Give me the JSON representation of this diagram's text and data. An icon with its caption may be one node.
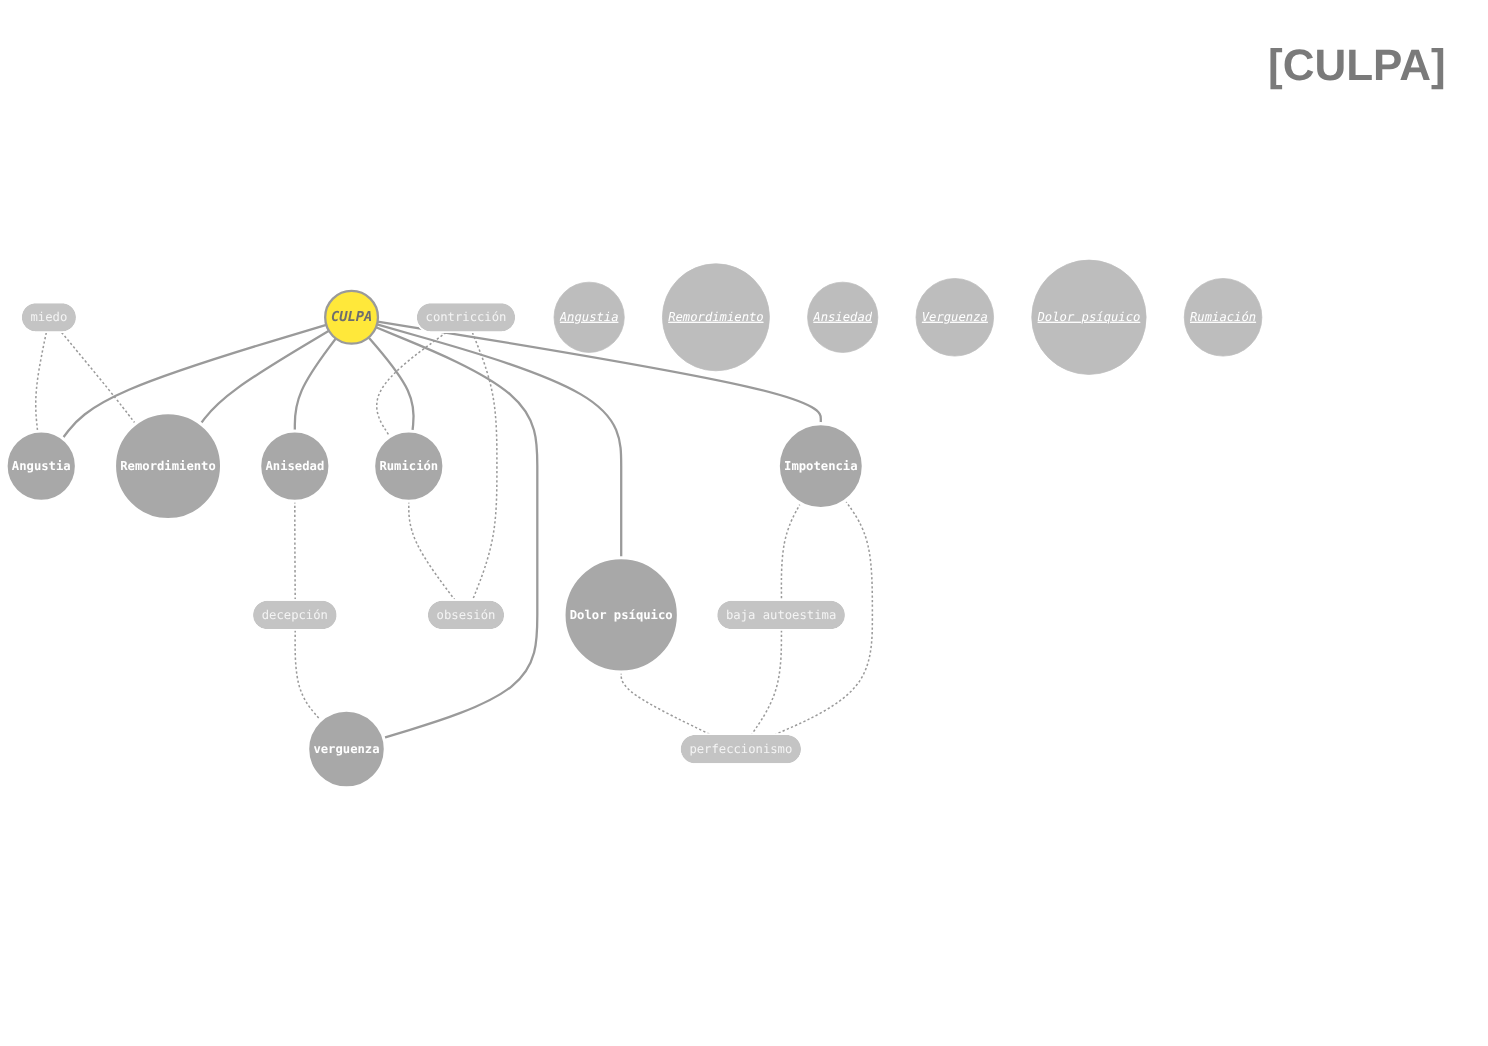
{
  "diagram": {
    "title": "[CULPA]",
    "nodes": [
      {
        "text": [
          "CULPA"
        ]
      },
      {
        "text": [
          "Angustia"
        ]
      },
      {
        "text": [
          "Remordimiento"
        ]
      },
      {
        "text": [
          "Rumición"
        ]
      },
      {
        "text": [
          "Anisedad"
        ]
      },
      {
        "text": [
          "Impotencia"
        ]
      },
      {
        "text": [
          "verguenza"
        ]
      },
      {
        "text": [
          "Dolor psíquico"
        ]
      },
      {
        "text": [
          "miedo"
        ]
      },
      {
        "text": [
          "contricción"
        ]
      },
      {
        "text": [
          "obsesión"
        ]
      },
      {
        "text": [
          "baja autoestima"
        ]
      },
      {
        "text": [
          "decepción"
        ]
      },
      {
        "text": [
          "perfeccionismo"
        ]
      },
      {
        "text": [
          "Angustia"
        ]
      },
      {
        "text": [
          "Remordimiento"
        ]
      },
      {
        "text": [
          "Ansiedad"
        ]
      },
      {
        "text": [
          "Verguenza"
        ]
      },
      {
        "text": [
          "Dolor psíquico"
        ]
      },
      {
        "text": [
          "Rumiación"
        ]
      }
    ],
    "edges": [
      {
        "from": 0,
        "to": 1,
        "arrow": "none"
      },
      {
        "from": 0,
        "to": 2,
        "arrow": "none"
      },
      {
        "from": 0,
        "to": 3,
        "arrow": "none"
      },
      {
        "from": 0,
        "to": 4,
        "arrow": "none"
      },
      {
        "from": 0,
        "to": 5,
        "arrow": "none"
      },
      {
        "from": 0,
        "to": 6,
        "arrow": "none"
      },
      {
        "from": 0,
        "to": 7,
        "arrow": "none"
      },
      {
        "from": 8,
        "to": 2,
        "arrow": "none",
        "style": "dashed"
      },
      {
        "from": 8,
        "to": 1,
        "arrow": "none",
        "style": "dashed"
      },
      {
        "from": 9,
        "to": 3,
        "arrow": "none",
        "style": "dashed"
      },
      {
        "from": 9,
        "to": 10,
        "arrow": "none",
        "style": "dashed"
      },
      {
        "from": 3,
        "to": 10,
        "arrow": "none",
        "style": "dashed"
      },
      {
        "from": 4,
        "to": 12,
        "arrow": "none",
        "style": "dashed"
      },
      {
        "from": 12,
        "to": 6,
        "arrow": "none",
        "style": "dashed"
      },
      {
        "from": 5,
        "to": 11,
        "arrow": "none",
        "style": "dashed"
      },
      {
        "from": 5,
        "to": 13,
        "arrow": "none",
        "style": "dashed"
      },
      {
        "from": 11,
        "to": 13,
        "arrow": "none",
        "style": "dashed"
      },
      {
        "from": 7,
        "to": 13,
        "arrow": "none",
        "style": "dashed"
      }
    ]
  }
}
